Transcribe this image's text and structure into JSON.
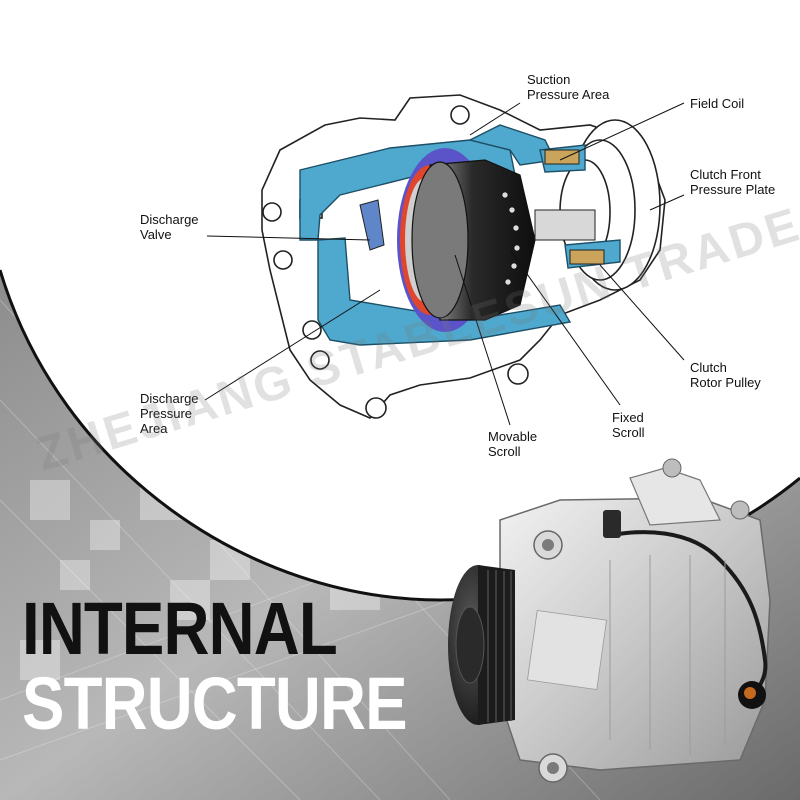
{
  "diagram": {
    "labels": {
      "suction_pressure_area": "Suction\nPressure Area",
      "field_coil": "Field Coil",
      "clutch_front_pressure_plate": "Clutch Front\nPressure Plate",
      "discharge_valve": "Discharge\nValve",
      "discharge_pressure_area": "Discharge\nPressure\nArea",
      "clutch_rotor_pulley": "Clutch\nRotor Pulley",
      "fixed_scroll": "Fixed\nScroll",
      "movable_scroll": "Movable\nScroll"
    }
  },
  "watermark": "ZHEJIANG STABLESUN TRADE",
  "headline": {
    "line1": "INTERNAL",
    "line2": "STRUCTURE"
  },
  "colors": {
    "diagram_cyan": "#4fa9cf",
    "bg_dark": "#6d6d6d",
    "bg_light": "#c9c9c9",
    "scroll_blue": "#5b54c9",
    "seal_red": "#e0452e"
  }
}
